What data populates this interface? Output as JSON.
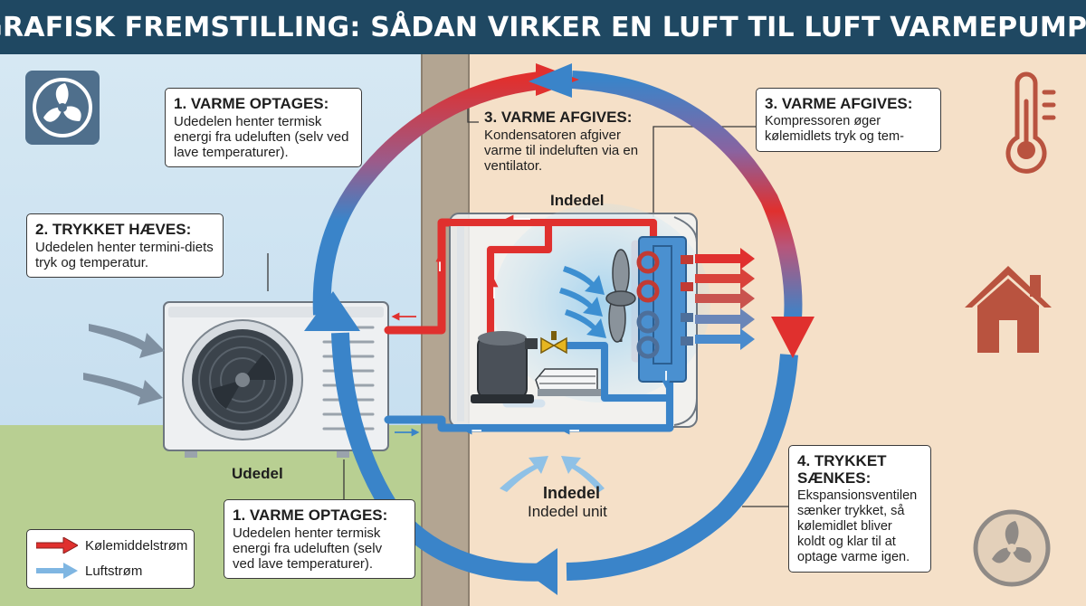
{
  "header": {
    "title": "GRAFISK FREMSTILLING: SÅDAN VIRKER EN LUFT TIL LUFT VARMEPUMPE"
  },
  "callouts": {
    "c1a": {
      "title": "1. VARME OPTAGES:",
      "body": "Udedelen henter termisk energi fra udeluften (selv ved lave temperaturer)."
    },
    "c2": {
      "title": "2. TRYKKET HÆVES:",
      "body": "Udedelen henter termini-diets tryk og temperatur."
    },
    "c3a": {
      "title": "3. VARME AFGIVES:",
      "body": "Kondensatoren afgiver varme til indeluften via en ventilator."
    },
    "c3b": {
      "title": "3. VARME AFGIVES:",
      "body": "Kompressoren øger kølemidlets tryk og tem-"
    },
    "c1b": {
      "title": "1. VARME OPTAGES:",
      "body": "Udedelen henter termisk energi fra udeluften (selv ved lave temperaturer)."
    },
    "c4": {
      "title": "4. TRYKKET SÆNKES:",
      "body": "Ekspansionsventilen sænker trykket, så kølemidlet bliver koldt og klar til at optage varme igen."
    }
  },
  "labels": {
    "outdoor_unit": "Udedel",
    "indoor_unit_top": "Indedel",
    "indoor_unit_bottom": "Indedel",
    "indoor_unit_sub": "Indedel unit"
  },
  "legend": {
    "refrigerant": "Kølemiddelstrøm",
    "airflow": "Luftstrøm"
  },
  "icons": [
    "fan-icon",
    "thermometer-icon",
    "house-icon",
    "fan-icon"
  ],
  "colors": {
    "header_bg": "#1f4862",
    "hot": "#e0302e",
    "cold": "#3a84c9",
    "icon_blue": "#4f6f8c",
    "icon_red": "#b9533f"
  }
}
